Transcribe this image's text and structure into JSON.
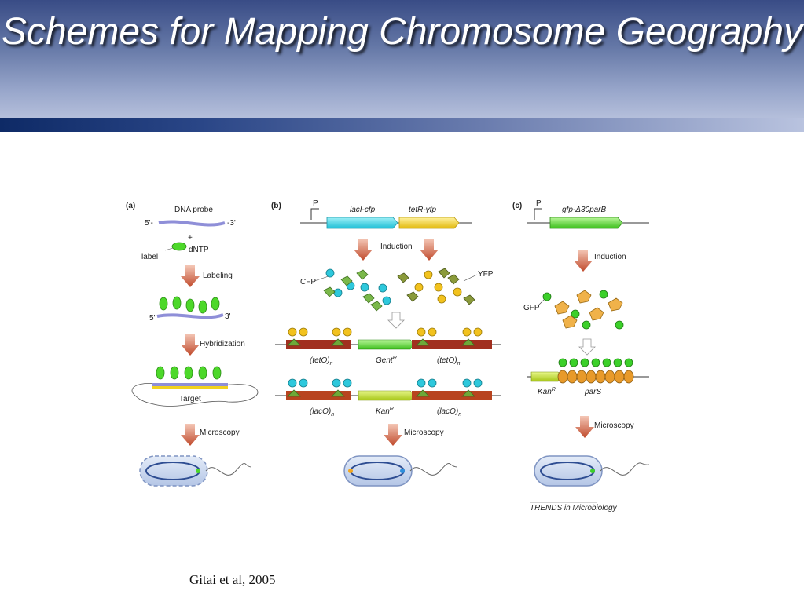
{
  "slide": {
    "title": "Schemes for Mapping Chromosome Geography",
    "citation": "Gitai et al, 2005"
  },
  "figure": {
    "panel_a": {
      "letter": "(a)",
      "dna_probe": "DNA probe",
      "five_prime": "5'-",
      "three_prime": "-3'",
      "plus": "+",
      "dntp": "dNTP",
      "label": "label",
      "labeling": "Labeling",
      "five_prime_b": "5'",
      "three_prime_b": "3'",
      "hybridization": "Hybridization",
      "target": "Target",
      "microscopy": "Microscopy"
    },
    "panel_b": {
      "letter": "(b)",
      "promoter": "P",
      "laci_cfp": "lacI-cfp",
      "tetr_yfp": "tetR-yfp",
      "induction": "Induction",
      "cfp": "CFP",
      "yfp": "YFP",
      "teto_left": "(tetO)",
      "genr": "Gent",
      "teto_right": "(tetO)",
      "laco_left": "(lacO)",
      "kanr": "Kan",
      "laco_right": "(lacO)",
      "subscript_n": "n",
      "superscript_r": "R",
      "microscopy": "Microscopy"
    },
    "panel_c": {
      "letter": "(c)",
      "promoter": "P",
      "gfp_parb": "gfp-Δ30parB",
      "induction": "Induction",
      "gfp": "GFP",
      "kanr": "Kan",
      "superscript_r": "R",
      "pars": "parS",
      "microscopy": "Microscopy",
      "journal": "TRENDS in Microbiology"
    }
  },
  "colors": {
    "cyan_gene": "#3fd6e6",
    "yellow_gene": "#f2d21e",
    "green_gene": "#4dd82a",
    "arrow": "#c8563a",
    "probe": "#8f8fd8"
  }
}
